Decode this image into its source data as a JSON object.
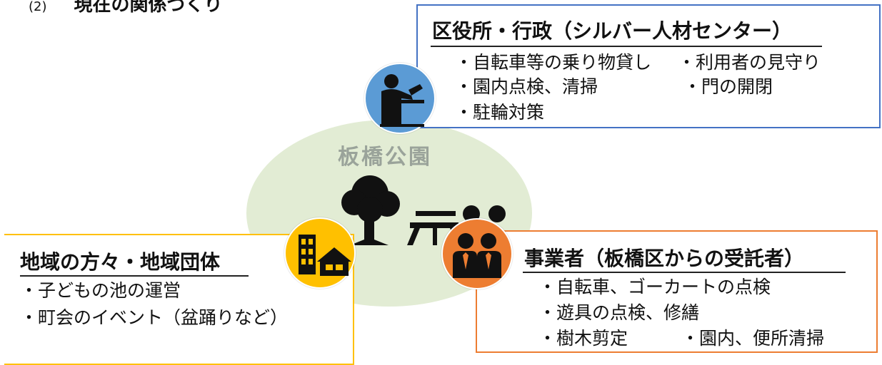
{
  "heading": {
    "number": "(2)",
    "text": "現在の関係づくり"
  },
  "park": {
    "name": "板橋公園"
  },
  "government": {
    "title": "区役所・行政（シルバー人材センター）",
    "items": [
      "・自転車等の乗り物貸し",
      "・利用者の見守り",
      "・園内点検、清掃",
      "・門の開閉",
      "・駐輪対策"
    ]
  },
  "local": {
    "title": "地域の方々・地域団体",
    "items": [
      "・子どもの池の運営",
      "・町会のイベント（盆踊りなど）"
    ]
  },
  "business": {
    "title": "事業者（板橋区からの受託者）",
    "items": [
      "・自転車、ゴーカートの点検",
      "・遊具の点検、修繕",
      "・樹木剪定",
      "・園内、便所清掃"
    ]
  },
  "colors": {
    "government": "#4472c4",
    "local": "#ffc000",
    "business": "#ed7d31",
    "park_ellipse": "#e2ecd4"
  },
  "icons": {
    "government": "person-at-desk-icon",
    "local": "buildings-house-icon",
    "business": "two-people-icon",
    "park": "park-tree-bench-icon"
  }
}
